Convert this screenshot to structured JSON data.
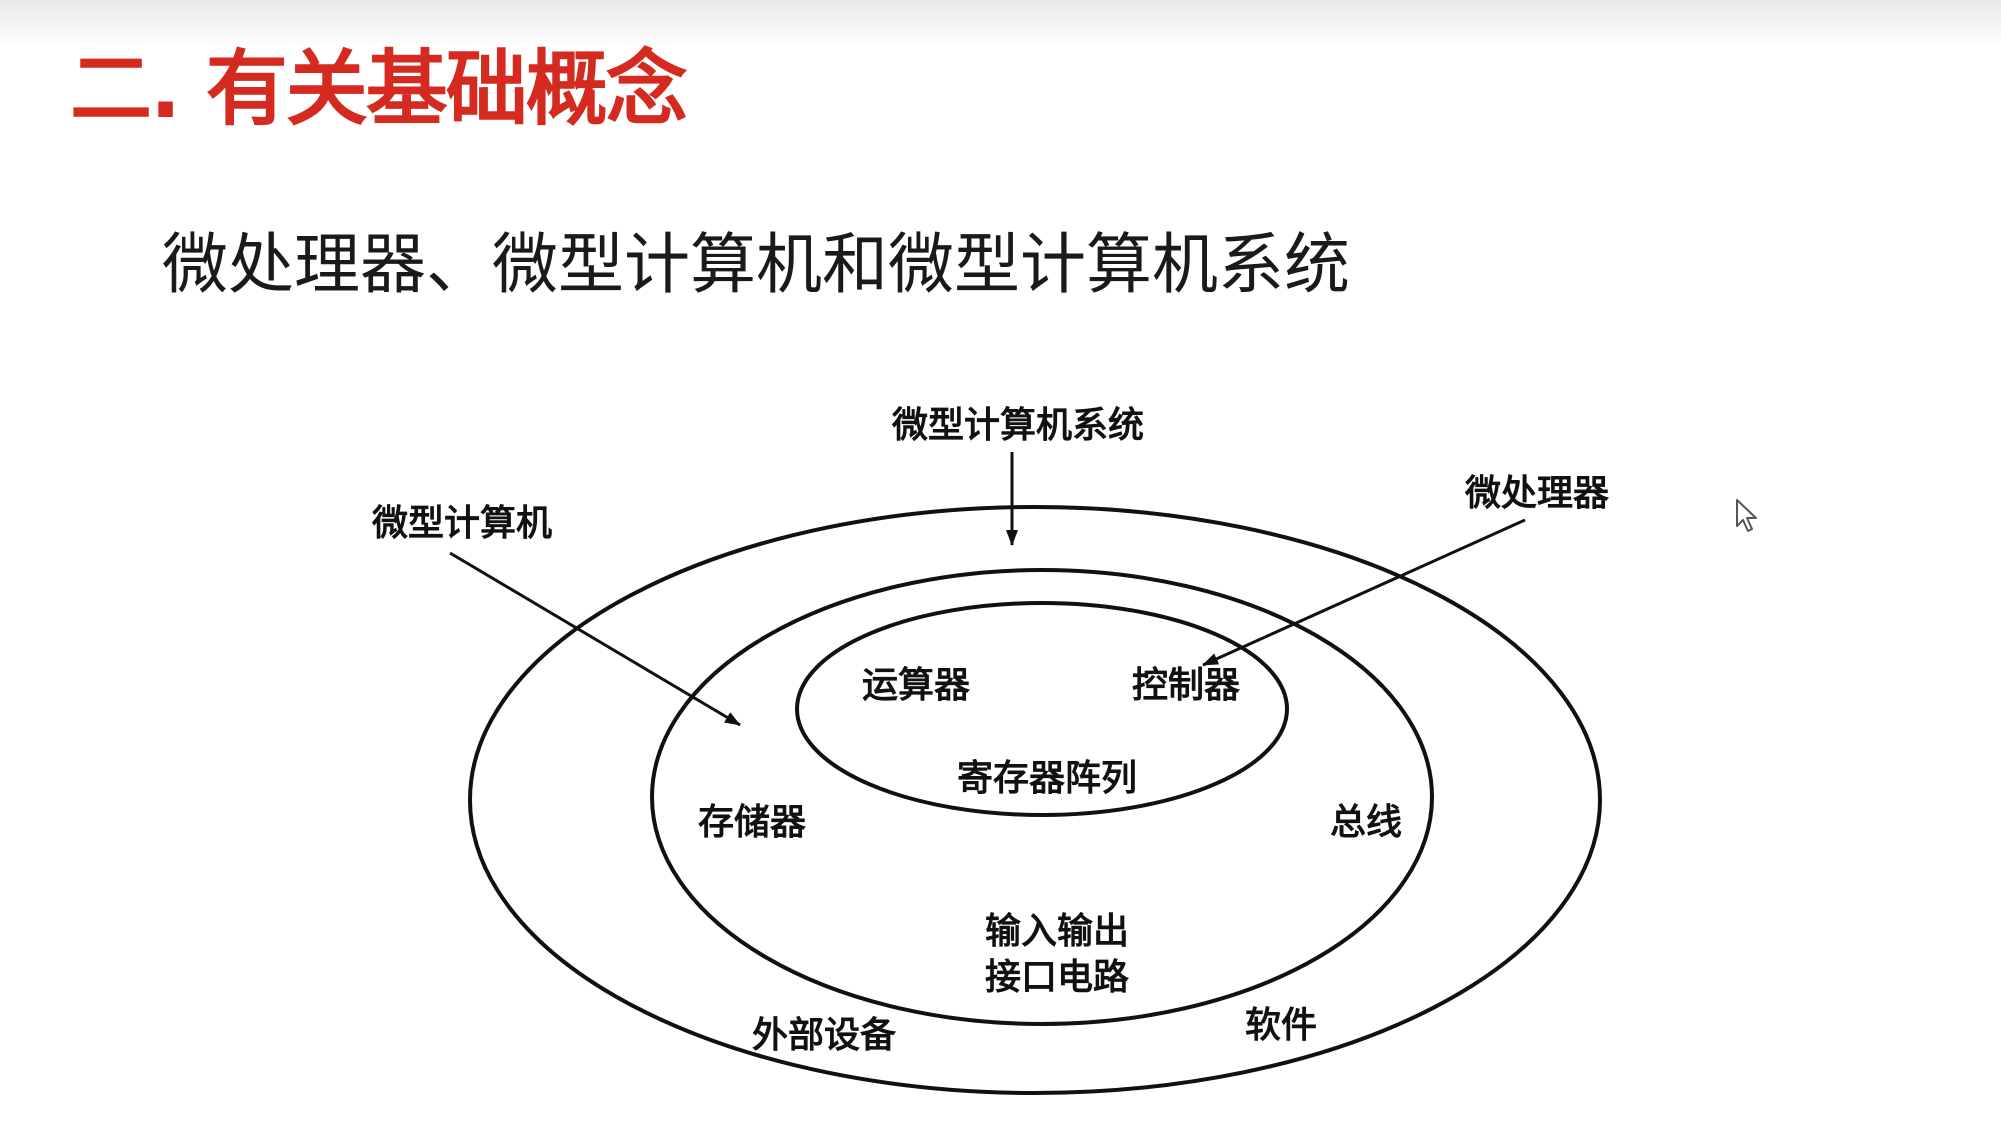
{
  "slide": {
    "section_title": "二. 有关基础概念",
    "subtitle": "微处理器、微型计算机和微型计算机系统"
  },
  "diagram": {
    "labels": {
      "system": "微型计算机系统",
      "computer": "微型计算机",
      "microprocessor": "微处理器"
    },
    "inner": {
      "alu": "运算器",
      "controller": "控制器",
      "registers": "寄存器阵列"
    },
    "middle": {
      "memory": "存储器",
      "bus": "总线",
      "io_line1": "输入输出",
      "io_line2": "接口电路"
    },
    "outer": {
      "peripherals": "外部设备",
      "software": "软件"
    }
  }
}
